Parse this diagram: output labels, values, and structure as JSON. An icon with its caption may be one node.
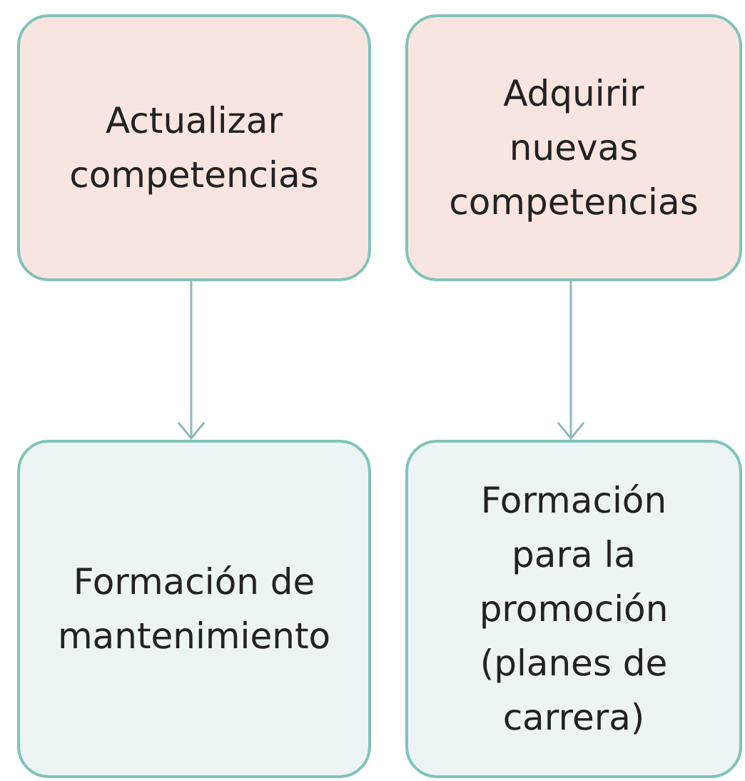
{
  "diagram": {
    "nodes": [
      {
        "text": [
          "Actualizar competencias"
        ]
      },
      {
        "text": [
          "Adquirir nuevas competencias"
        ]
      },
      {
        "text": [
          "Formación de mantenimiento"
        ]
      },
      {
        "text": [
          "Formación para la promoción (planes de carrera)"
        ]
      }
    ],
    "edges": [
      {
        "from": 0,
        "to": 2,
        "arrow": "to"
      },
      {
        "from": 1,
        "to": 3,
        "arrow": "to"
      }
    ]
  }
}
